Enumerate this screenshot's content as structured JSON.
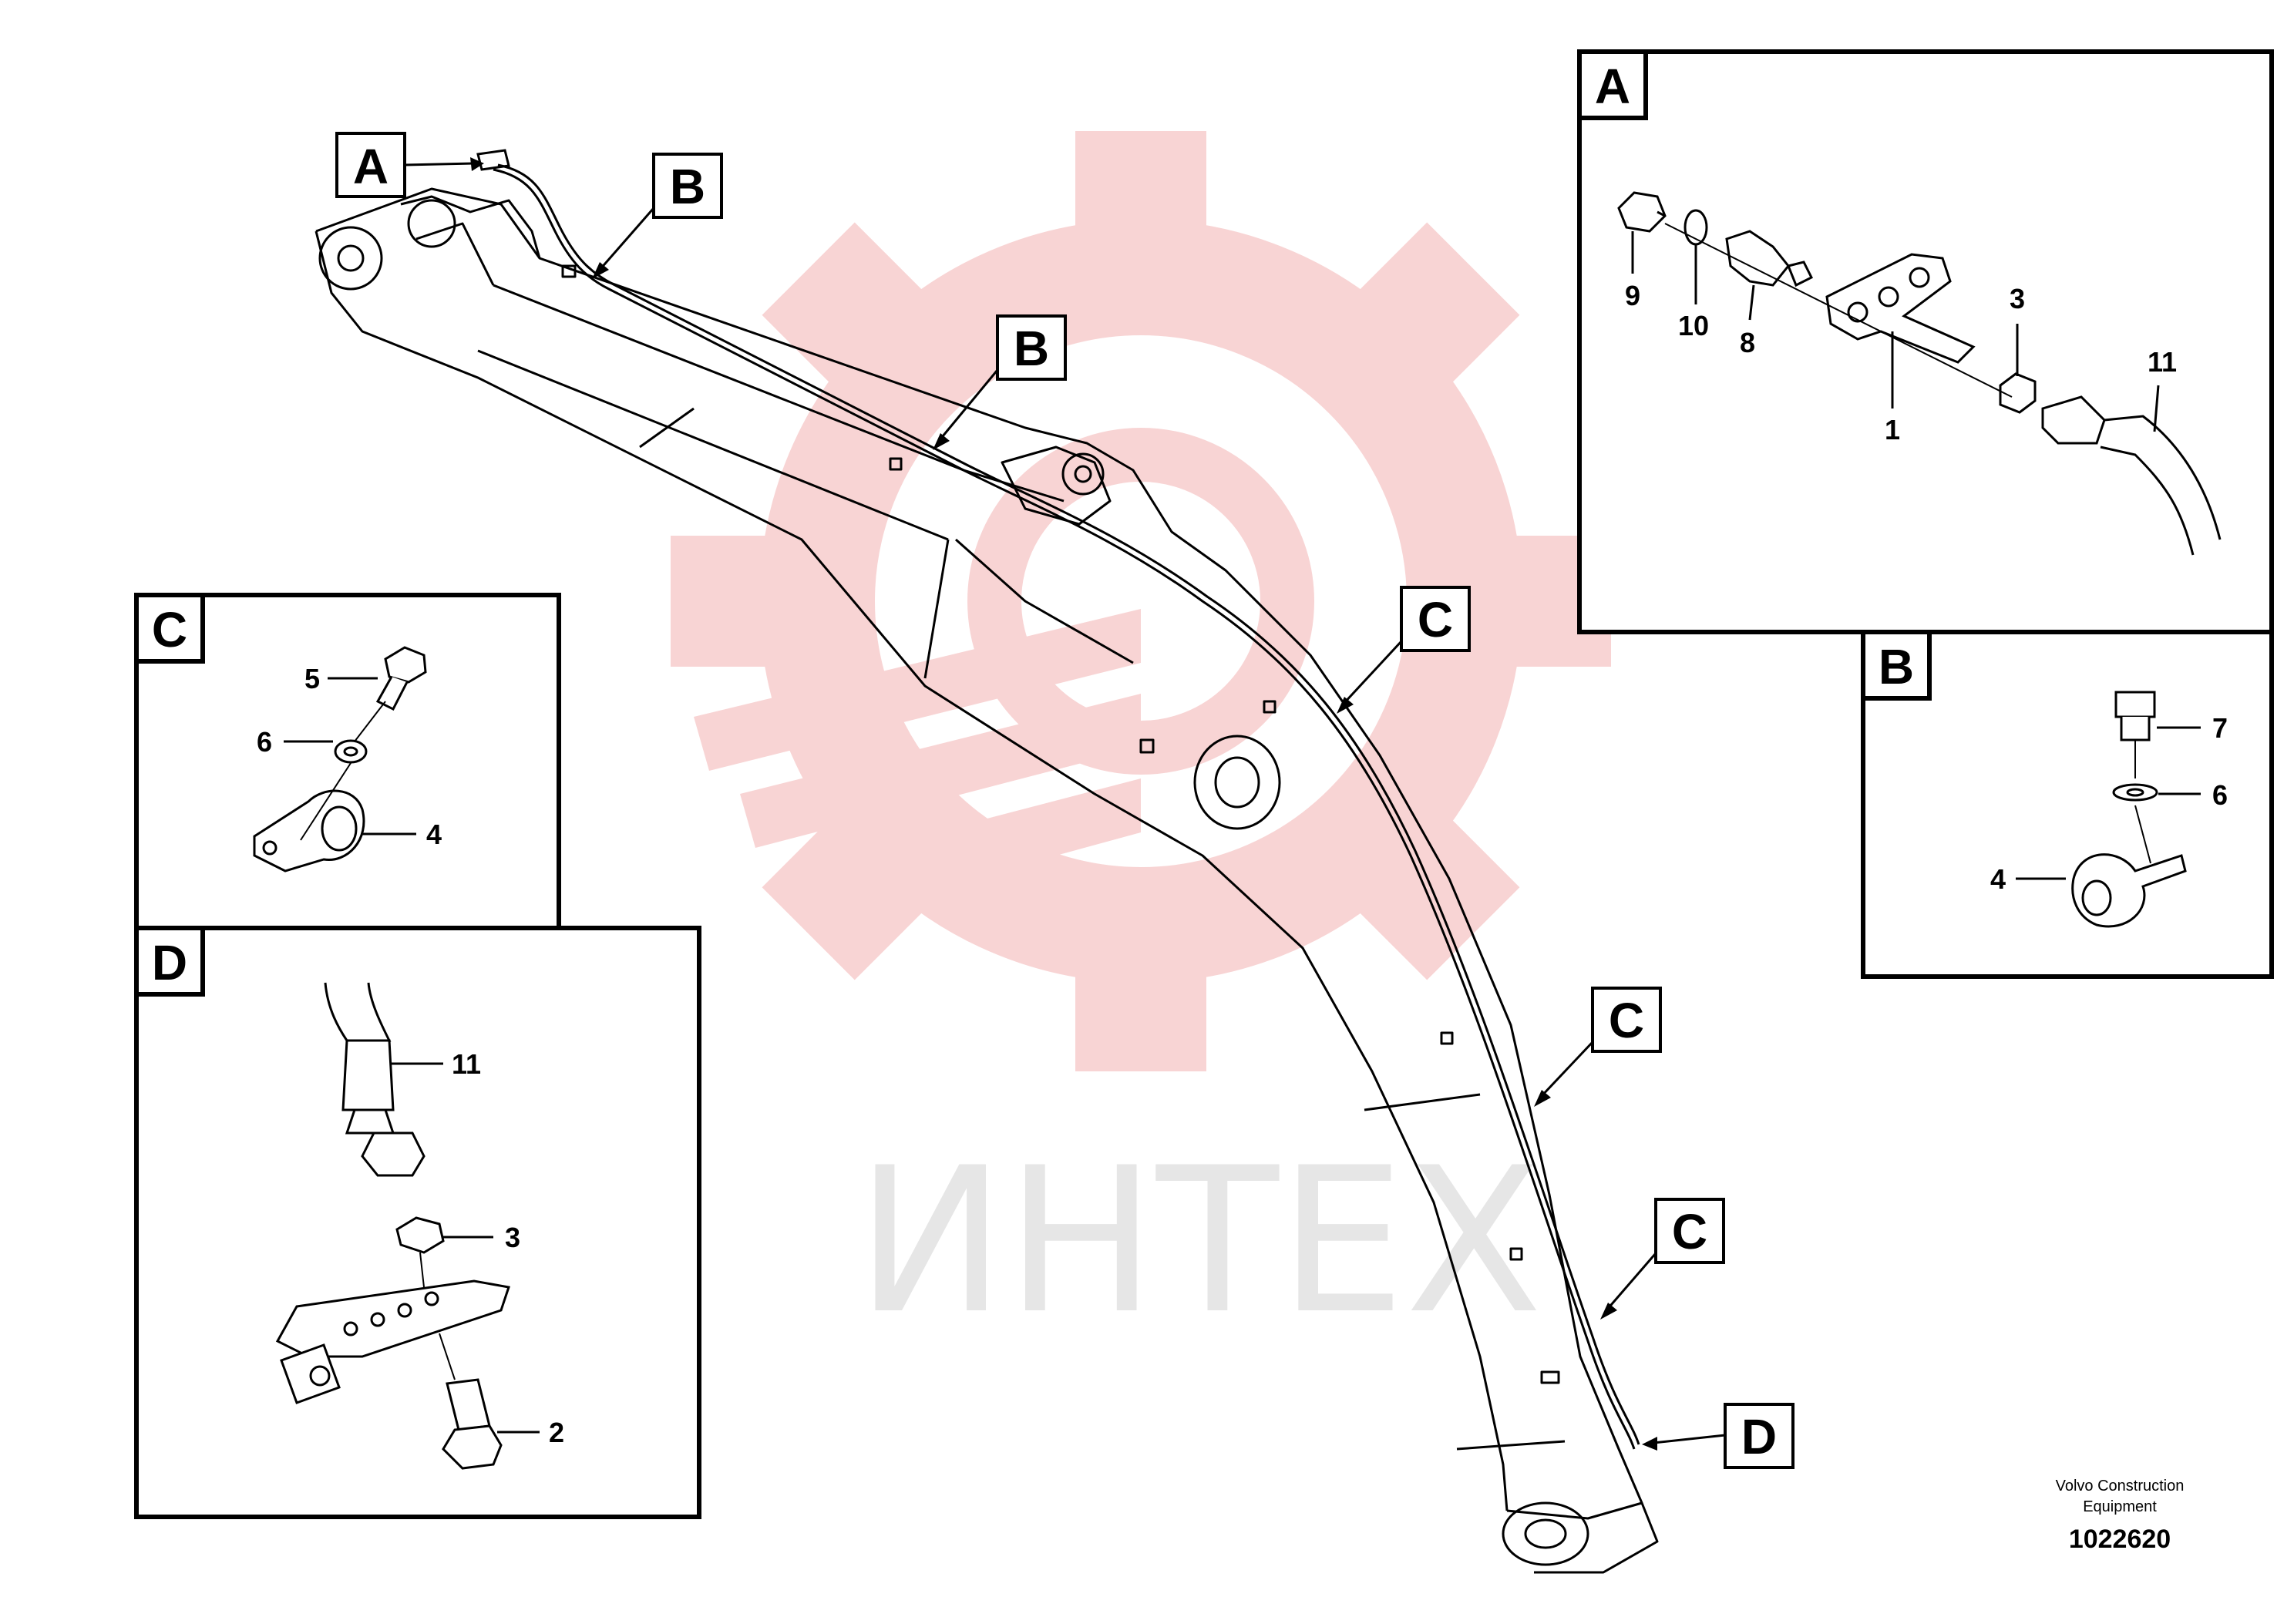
{
  "watermark": {
    "text": "ИНТЕХ",
    "gear_color": "#f8d4d4",
    "text_color": "#e6e6e6"
  },
  "callouts": {
    "a_main": "A",
    "b_main_1": "B",
    "b_main_2": "B",
    "c_main_1": "C",
    "c_main_2": "C",
    "c_main_3": "C",
    "d_main": "D"
  },
  "panels": {
    "a": {
      "label": "A",
      "parts": [
        "9",
        "10",
        "8",
        "1",
        "3",
        "11"
      ]
    },
    "b": {
      "label": "B",
      "parts": [
        "7",
        "6",
        "4"
      ]
    },
    "c": {
      "label": "C",
      "parts": [
        "5",
        "6",
        "4"
      ]
    },
    "d": {
      "label": "D",
      "parts": [
        "11",
        "3",
        "2"
      ]
    }
  },
  "credit": {
    "line1": "Volvo Construction",
    "line2": "Equipment",
    "doc_number": "1022620"
  },
  "colors": {
    "line": "#000000",
    "background": "#ffffff"
  }
}
